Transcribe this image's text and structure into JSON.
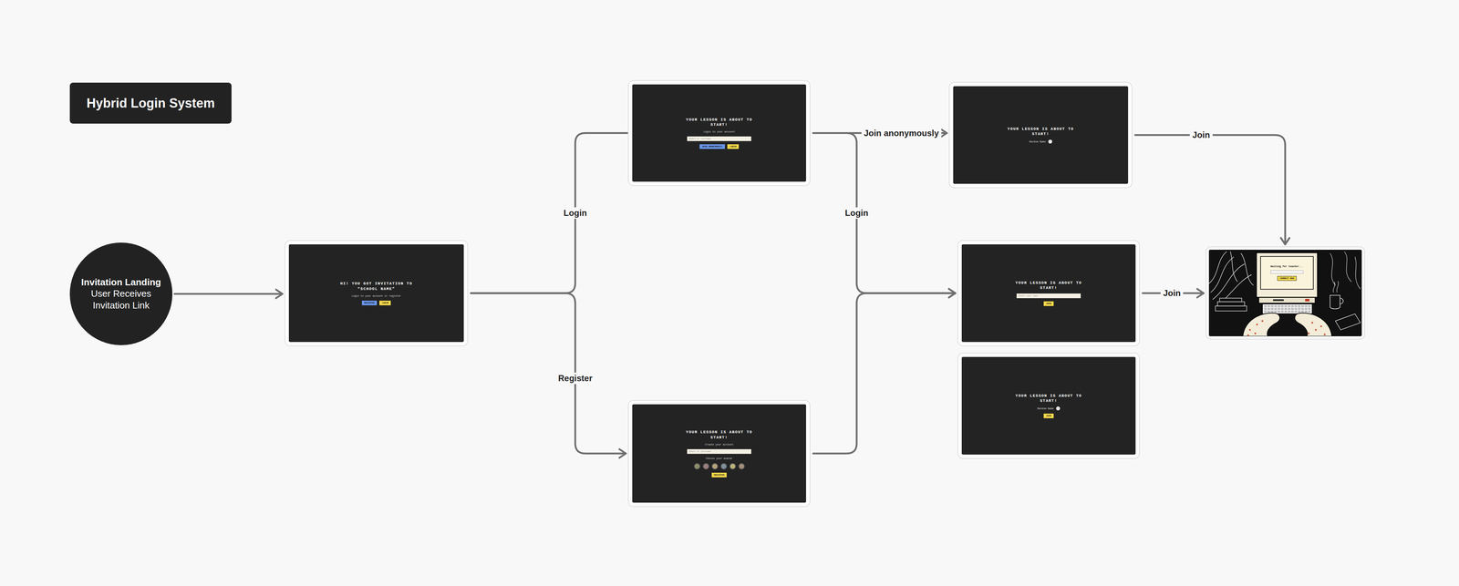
{
  "diagram": {
    "title": "Hybrid Login System",
    "nodes": [
      {
        "text": [
          "Invitation Landing",
          "User Receives Invitation Link"
        ]
      },
      {
        "text": [
          "HI! YOU GOT INVITATION TO “SCHOOL NAME”",
          "Login to your account or register",
          "REGISTER",
          "LOGIN"
        ]
      },
      {
        "text": [
          "YOUR LESSON IS ABOUT TO START!",
          "Login to your account",
          "Email or username",
          "JOIN ANONYMOUSLY",
          "LOGIN"
        ]
      },
      {
        "text": [
          "YOUR LESSON IS ABOUT TO START!",
          "Create your account",
          "Email or username",
          "Choose your avatar",
          "REGISTER"
        ]
      },
      {
        "text": [
          "YOUR LESSON IS ABOUT TO START!",
          "Random Name"
        ]
      },
      {
        "text": [
          "YOUR LESSON IS ABOUT TO START!",
          "Enter your name",
          "JOIN"
        ]
      },
      {
        "text": [
          "YOUR LESSON IS ABOUT TO START!",
          "Random Name",
          "JOIN"
        ]
      },
      {
        "text": [
          "Waiting for teacher...",
          "CONNECT NOW"
        ]
      }
    ],
    "edges": [
      {
        "from": 0,
        "to": 1,
        "arrow": "to"
      },
      {
        "from": 1,
        "to": 2,
        "label": "Login",
        "arrow": "none"
      },
      {
        "from": 1,
        "to": 3,
        "label": "Register",
        "arrow": "to"
      },
      {
        "from": 2,
        "to": 4,
        "label": "Join anonymously",
        "arrow": "to"
      },
      {
        "from": 2,
        "to": 5,
        "label": "Login",
        "arrow": "to"
      },
      {
        "from": 3,
        "to": 5,
        "arrow": "to"
      },
      {
        "from": 4,
        "to": 7,
        "label": "Join",
        "arrow": "to"
      },
      {
        "from": 5,
        "to": 7,
        "label": "Join",
        "arrow": "to"
      }
    ]
  }
}
